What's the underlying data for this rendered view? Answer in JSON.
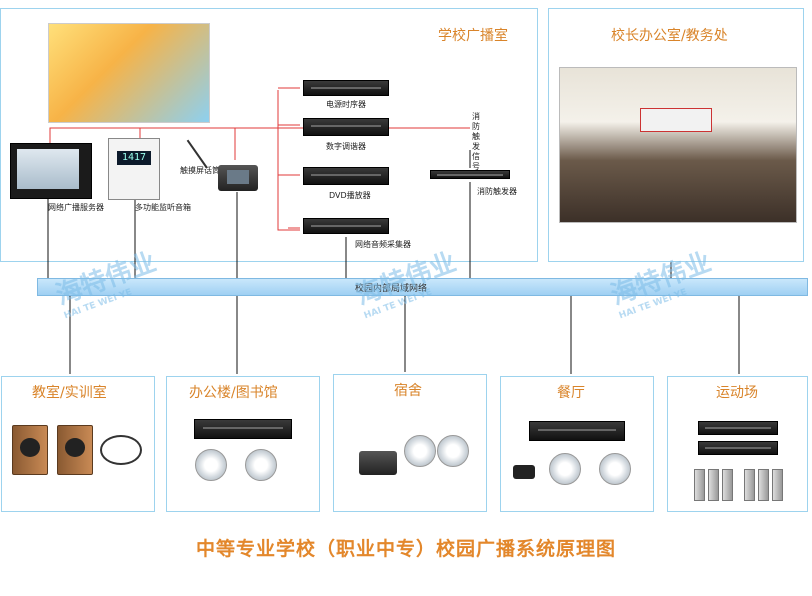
{
  "top_panels": {
    "broadcast_room": {
      "title": "学校广播室",
      "devices": {
        "power_sequencer": "电源时序器",
        "digital_tuner": "数字调谐器",
        "dvd_player": "DVD播放器",
        "network_collector": "网络音频采集器",
        "fire_trigger": "消防触发器",
        "fire_signal": "消防触发信号",
        "server": "网络广播服务器",
        "monitor_speaker": "多功能监听音箱",
        "touch_mic": "触摸屏话筒"
      },
      "monitor_display": "1417"
    },
    "principal_office": {
      "title": "校长办公室/教务处"
    }
  },
  "bus": {
    "label": "校园内部局域网络"
  },
  "watermark": {
    "cn": "海特伟业",
    "en": "HAI TE WEI YE"
  },
  "bottom_panels": [
    {
      "title": "教室/实训室"
    },
    {
      "title": "办公楼/图书馆"
    },
    {
      "title": "宿舍"
    },
    {
      "title": "餐厅"
    },
    {
      "title": "运动场"
    }
  ],
  "footer": {
    "title": "中等专业学校（职业中专）校园广播系统原理图"
  },
  "colors": {
    "accent": "#d9842a",
    "border": "#9dd3ee",
    "bus": "#a8d6f5",
    "wire": "#e03a3a"
  }
}
